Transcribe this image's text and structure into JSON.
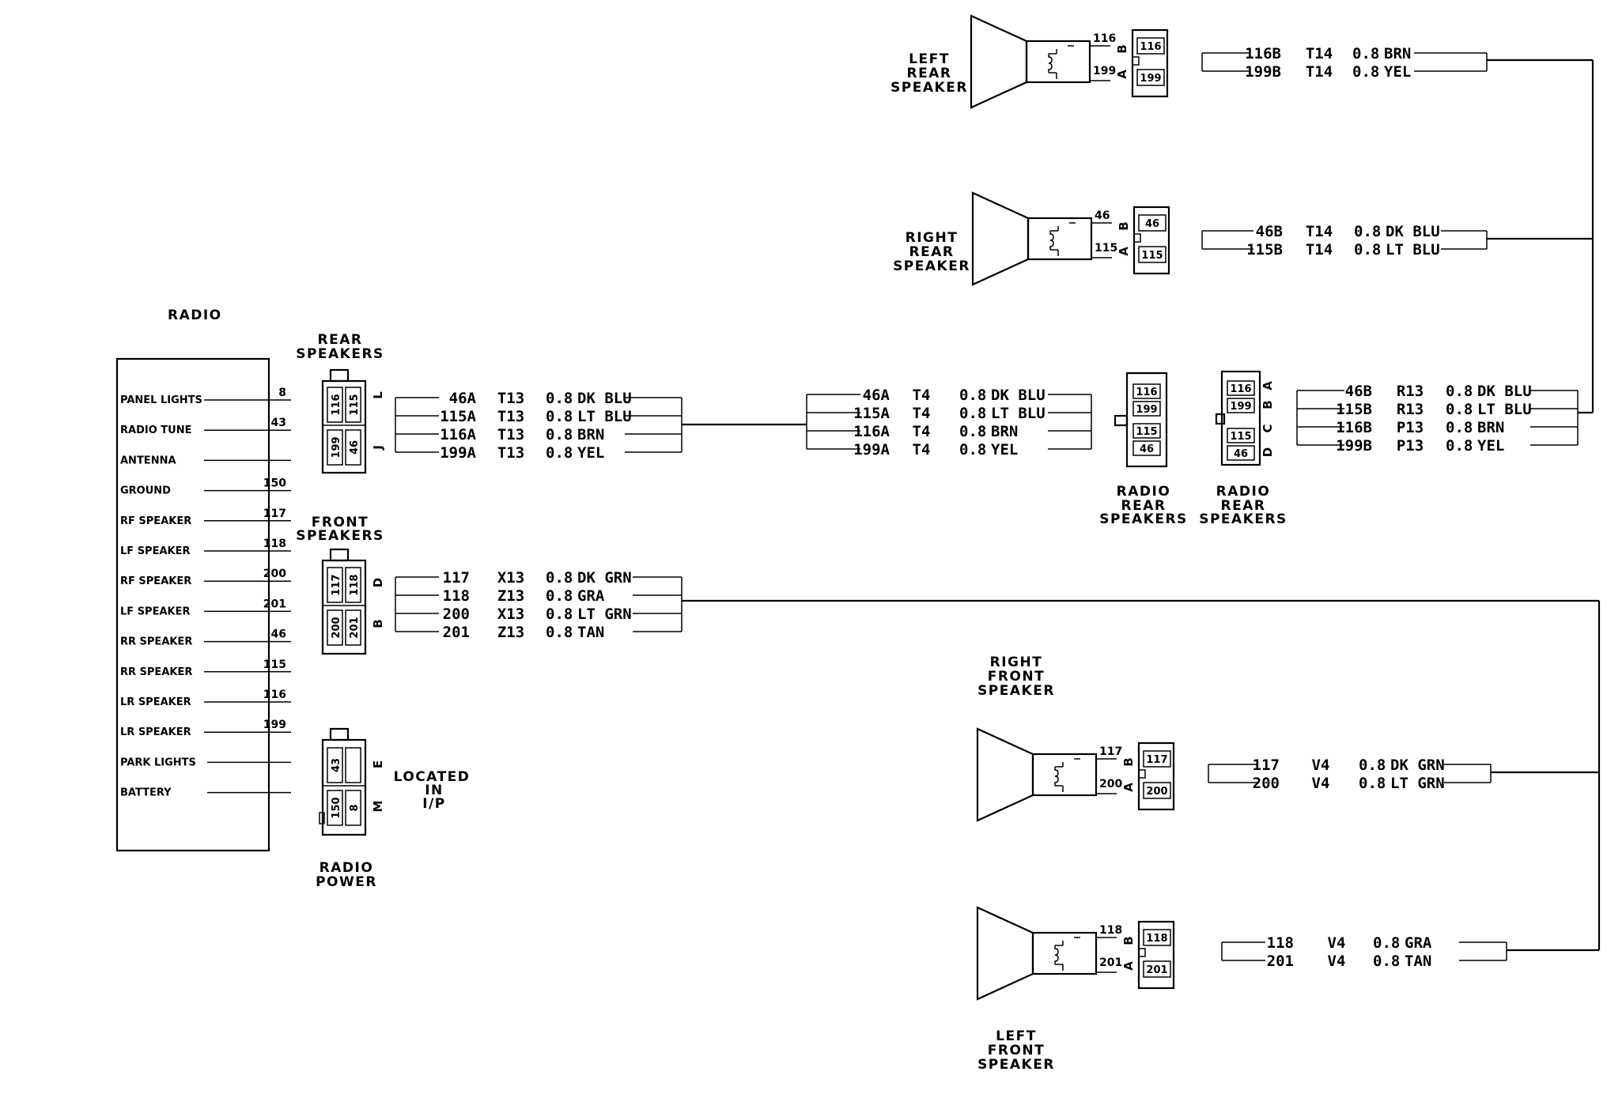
{
  "radio": {
    "title": "RADIO",
    "pins": [
      {
        "label": "PANEL LIGHTS",
        "wire": "8"
      },
      {
        "label": "RADIO TUNE",
        "wire": "43"
      },
      {
        "label": "ANTENNA",
        "wire": ""
      },
      {
        "label": "GROUND",
        "wire": "150"
      },
      {
        "label": "RF SPEAKER",
        "wire": "117"
      },
      {
        "label": "LF SPEAKER",
        "wire": "118"
      },
      {
        "label": "RF SPEAKER",
        "wire": "200"
      },
      {
        "label": "LF SPEAKER",
        "wire": "201"
      },
      {
        "label": "RR SPEAKER",
        "wire": "46"
      },
      {
        "label": "RR SPEAKER",
        "wire": "115"
      },
      {
        "label": "LR SPEAKER",
        "wire": "116"
      },
      {
        "label": "LR SPEAKER",
        "wire": "199"
      },
      {
        "label": "PARK LIGHTS",
        "wire": ""
      },
      {
        "label": "BATTERY",
        "wire": ""
      }
    ]
  },
  "connectors": {
    "rear_speakers": {
      "label": [
        "REAR",
        "SPEAKERS"
      ],
      "cells": [
        "116",
        "115",
        "199",
        "46"
      ],
      "side": [
        "L",
        "J"
      ]
    },
    "front_speakers": {
      "label": [
        "FRONT",
        "SPEAKERS"
      ],
      "cells": [
        "117",
        "118",
        "200",
        "201"
      ],
      "side": [
        "D",
        "B"
      ]
    },
    "radio_power": {
      "label": [
        "RADIO",
        "POWER"
      ],
      "cells": [
        "43",
        "",
        "150",
        "8"
      ],
      "side": [
        "E",
        "M"
      ]
    },
    "located": [
      "LOCATED",
      "IN",
      "I/P"
    ],
    "radio_rear_speakers_1": {
      "label": [
        "RADIO",
        "REAR",
        "SPEAKERS"
      ],
      "cells": [
        "116",
        "199",
        "115",
        "46"
      ]
    },
    "radio_rear_speakers_2": {
      "label": [
        "RADIO",
        "REAR",
        "SPEAKERS"
      ],
      "cells": [
        "116",
        "199",
        "115",
        "46"
      ],
      "side": [
        "A",
        "B",
        "C",
        "D"
      ]
    }
  },
  "harness": {
    "rear_i13": [
      {
        "circuit": "46A",
        "code": "T13",
        "gauge": "0.8",
        "color": "DK BLU"
      },
      {
        "circuit": "115A",
        "code": "T13",
        "gauge": "0.8",
        "color": "LT BLU"
      },
      {
        "circuit": "116A",
        "code": "T13",
        "gauge": "0.8",
        "color": "BRN"
      },
      {
        "circuit": "199A",
        "code": "T13",
        "gauge": "0.8",
        "color": "YEL"
      }
    ],
    "front_i13": [
      {
        "circuit": "117",
        "code": "X13",
        "gauge": "0.8",
        "color": "DK GRN"
      },
      {
        "circuit": "118",
        "code": "Z13",
        "gauge": "0.8",
        "color": "GRA"
      },
      {
        "circuit": "200",
        "code": "X13",
        "gauge": "0.8",
        "color": "LT GRN"
      },
      {
        "circuit": "201",
        "code": "Z13",
        "gauge": "0.8",
        "color": "TAN"
      }
    ],
    "rear_t4": [
      {
        "circuit": "46A",
        "code": "T4",
        "gauge": "0.8",
        "color": "DK BLU"
      },
      {
        "circuit": "115A",
        "code": "T4",
        "gauge": "0.8",
        "color": "LT BLU"
      },
      {
        "circuit": "116A",
        "code": "T4",
        "gauge": "0.8",
        "color": "BRN"
      },
      {
        "circuit": "199A",
        "code": "T4",
        "gauge": "0.8",
        "color": "YEL"
      }
    ],
    "rear_r13": [
      {
        "circuit": "46B",
        "code": "R13",
        "gauge": "0.8",
        "color": "DK BLU"
      },
      {
        "circuit": "115B",
        "code": "R13",
        "gauge": "0.8",
        "color": "LT BLU"
      },
      {
        "circuit": "116B",
        "code": "P13",
        "gauge": "0.8",
        "color": "BRN"
      },
      {
        "circuit": "199B",
        "code": "P13",
        "gauge": "0.8",
        "color": "YEL"
      }
    ],
    "left_rear": [
      {
        "circuit": "116B",
        "code": "T14",
        "gauge": "0.8",
        "color": "BRN"
      },
      {
        "circuit": "199B",
        "code": "T14",
        "gauge": "0.8",
        "color": "YEL"
      }
    ],
    "right_rear": [
      {
        "circuit": "46B",
        "code": "T14",
        "gauge": "0.8",
        "color": "DK BLU"
      },
      {
        "circuit": "115B",
        "code": "T14",
        "gauge": "0.8",
        "color": "LT BLU"
      }
    ],
    "right_front": [
      {
        "circuit": "117",
        "code": "V4",
        "gauge": "0.8",
        "color": "DK GRN"
      },
      {
        "circuit": "200",
        "code": "V4",
        "gauge": "0.8",
        "color": "LT GRN"
      }
    ],
    "left_front": [
      {
        "circuit": "118",
        "code": "V4",
        "gauge": "0.8",
        "color": "GRA"
      },
      {
        "circuit": "201",
        "code": "V4",
        "gauge": "0.8",
        "color": "TAN"
      }
    ]
  },
  "speakers": {
    "left_rear": {
      "label": [
        "LEFT",
        "REAR",
        "SPEAKER"
      ],
      "wires": [
        "116",
        "199"
      ],
      "cells": [
        "116",
        "199"
      ],
      "pins": [
        "B",
        "A"
      ]
    },
    "right_rear": {
      "label": [
        "RIGHT",
        "REAR",
        "SPEAKER"
      ],
      "wires": [
        "46",
        "115"
      ],
      "cells": [
        "46",
        "115"
      ],
      "pins": [
        "B",
        "A"
      ]
    },
    "right_front": {
      "label": [
        "RIGHT",
        "FRONT",
        "SPEAKER"
      ],
      "wires": [
        "117",
        "200"
      ],
      "cells": [
        "117",
        "200"
      ],
      "pins": [
        "B",
        "A"
      ]
    },
    "left_front": {
      "label": [
        "LEFT",
        "FRONT",
        "SPEAKER"
      ],
      "wires": [
        "118",
        "201"
      ],
      "cells": [
        "118",
        "201"
      ],
      "pins": [
        "B",
        "A"
      ]
    }
  }
}
